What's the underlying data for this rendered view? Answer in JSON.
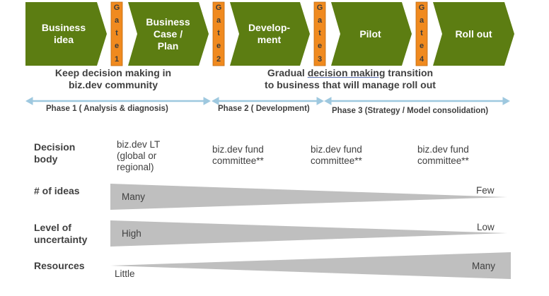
{
  "stages": [
    {
      "id": "business-idea",
      "lines": [
        "Business",
        "idea"
      ]
    },
    {
      "id": "business-case",
      "lines": [
        "Business",
        "Case /",
        "Plan"
      ]
    },
    {
      "id": "development",
      "lines": [
        "Develop-",
        "ment"
      ]
    },
    {
      "id": "pilot",
      "lines": [
        "Pilot"
      ]
    },
    {
      "id": "roll-out",
      "lines": [
        "Roll out"
      ]
    }
  ],
  "gates": [
    {
      "chars": [
        "G",
        "a",
        "t",
        "e",
        "1"
      ]
    },
    {
      "chars": [
        "G",
        "a",
        "t",
        "e",
        "2"
      ]
    },
    {
      "chars": [
        "G",
        "a",
        "t",
        "e",
        "3"
      ]
    },
    {
      "chars": [
        "G",
        "a",
        "t",
        "e",
        "4"
      ]
    }
  ],
  "notes": {
    "left": {
      "line1": "Keep decision making in",
      "line2": "biz.dev community"
    },
    "right": {
      "line1_pre": "Gradual ",
      "line1_u": "decision making",
      "line1_post": " transition",
      "line2": "to business that will manage roll out"
    }
  },
  "phases": [
    "Phase 1 ( Analysis & diagnosis)",
    "Phase 2 ( Development)",
    "Phase 3 (Strategy / Model consolidation)"
  ],
  "decision_body": {
    "label": [
      "Decision",
      "body"
    ],
    "values": [
      [
        "biz.dev LT",
        "(global or",
        "regional)"
      ],
      [
        "biz.dev fund",
        "committee**"
      ],
      [
        "biz.dev fund",
        "committee**"
      ],
      [
        "biz.dev fund",
        "committee**"
      ]
    ]
  },
  "rows": [
    {
      "label": [
        "# of ideas"
      ],
      "start": "Many",
      "end": "Few",
      "direction": "decreasing"
    },
    {
      "label": [
        "Level of",
        "uncertainty"
      ],
      "start": "High",
      "end": "Low",
      "direction": "decreasing"
    },
    {
      "label": [
        "Resources"
      ],
      "start": "Little",
      "end": "Many",
      "direction": "increasing"
    }
  ],
  "colors": {
    "stage": "#5c7d12",
    "gate": "#f08a1f",
    "phase_arrow": "#9ec8df",
    "wedge": "#bfbfbf",
    "text": "#404040"
  }
}
